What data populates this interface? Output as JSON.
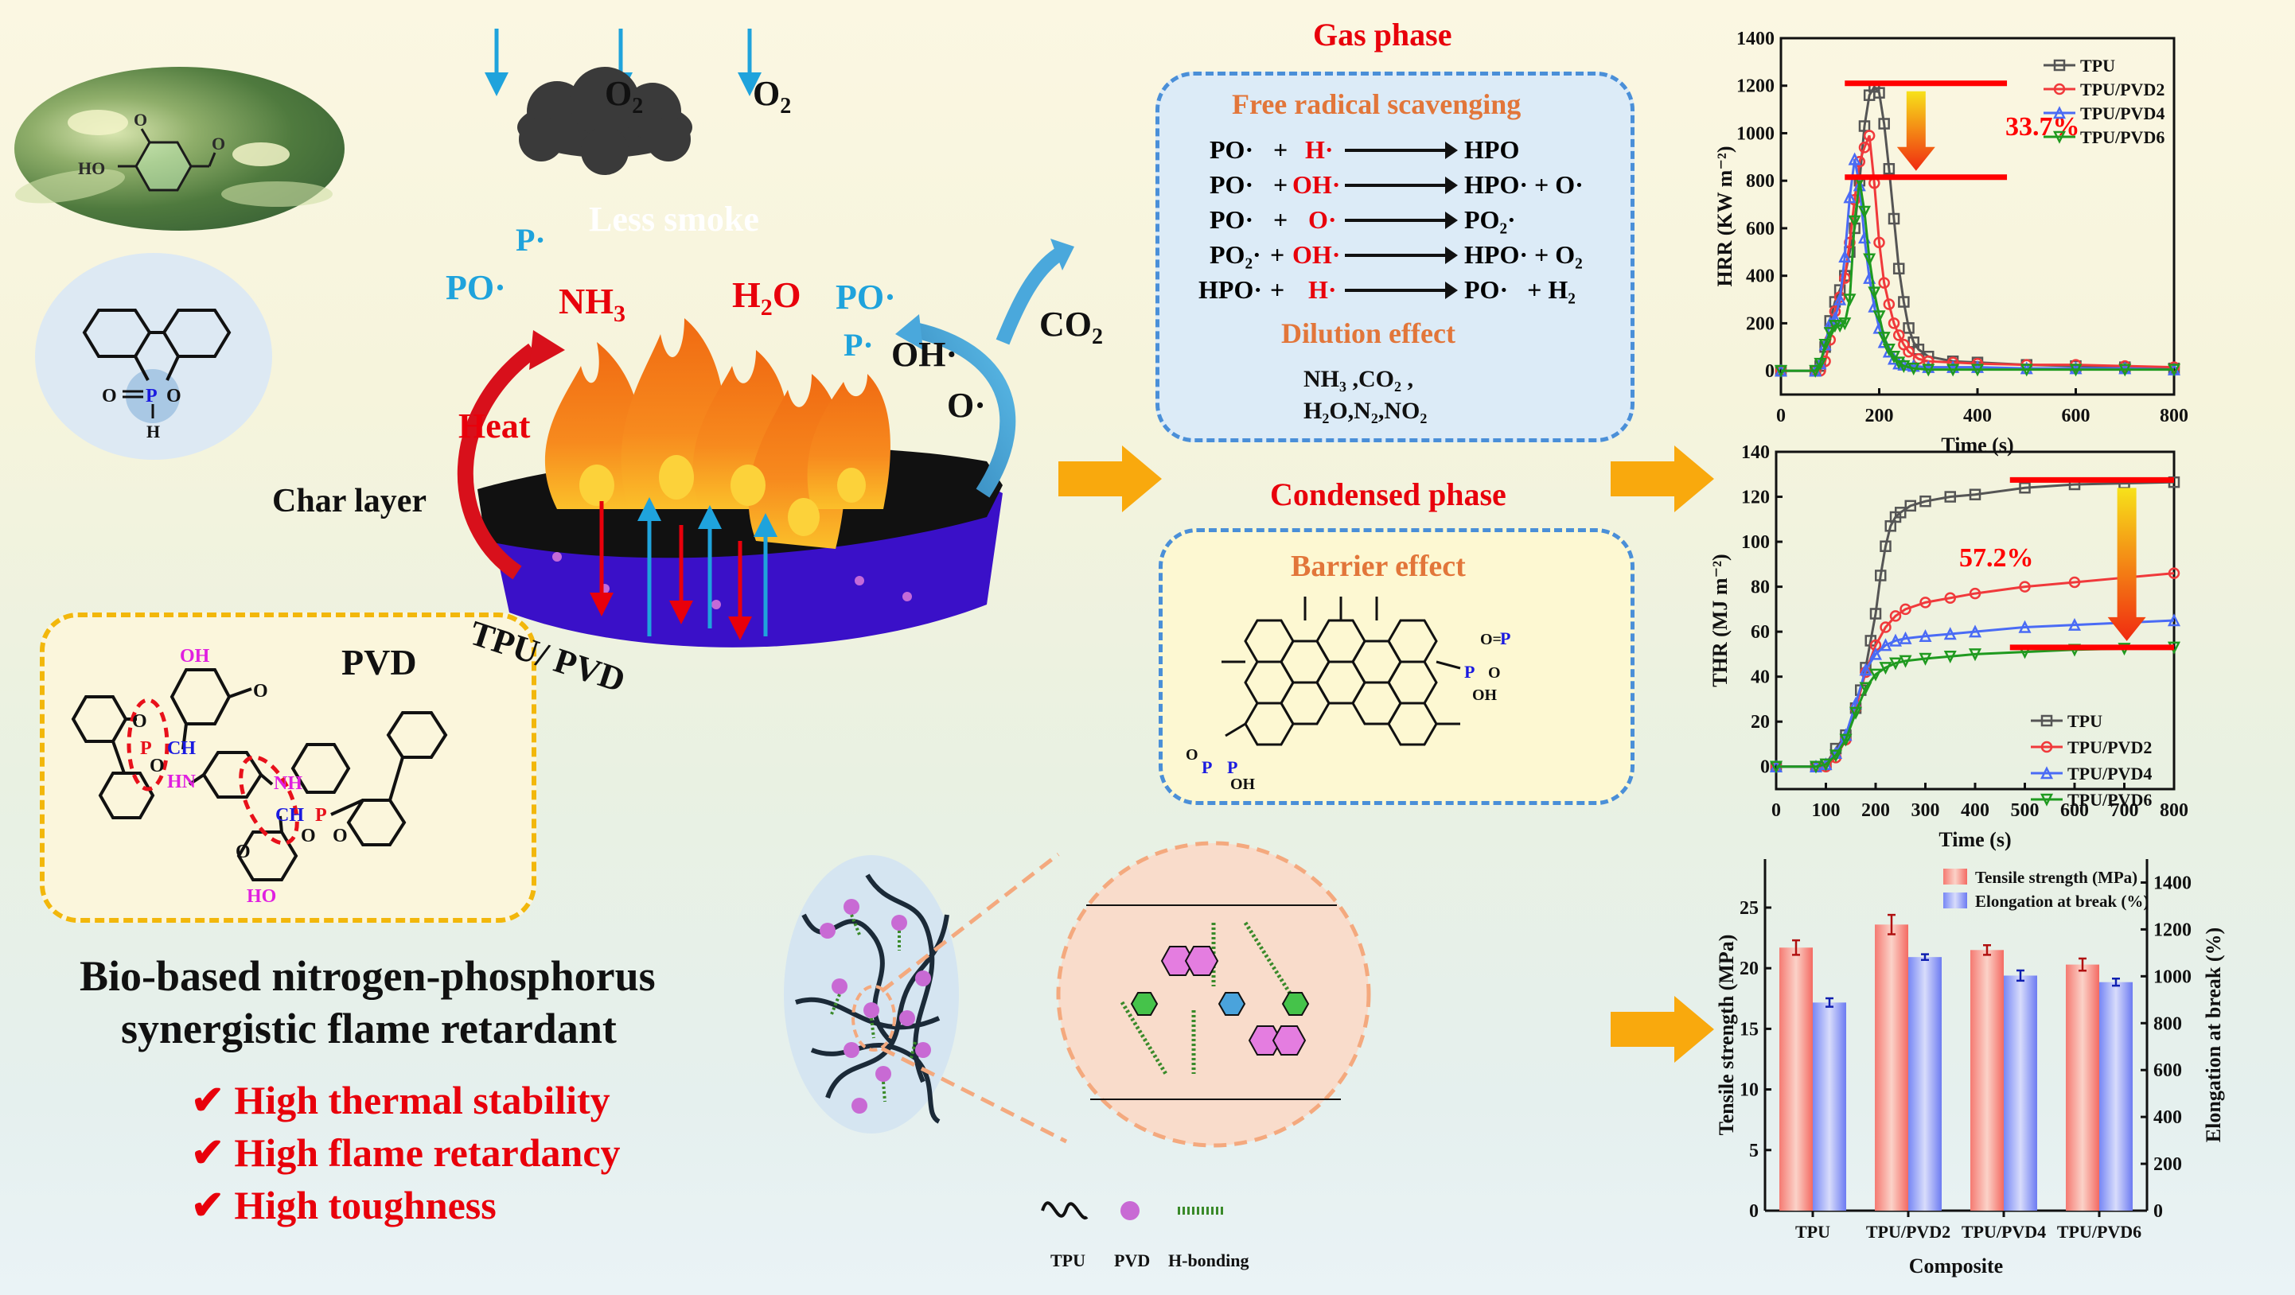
{
  "left": {
    "vanillin_labels": {
      "ho": "HO",
      "o1": "O",
      "o2": "O"
    },
    "dopo_labels": {
      "o_double": "O",
      "p": "P",
      "o_ring": "O",
      "h": "H"
    },
    "char_layer_label": "Char layer",
    "pvd_box": {
      "title": "PVD",
      "atoms": {
        "oh_top": "OH",
        "o_methoxy_top": "O",
        "o_ring_left": "O",
        "p_left": "P",
        "o_left": "O",
        "ch_left": "CH",
        "hn": "HN",
        "nh": "NH",
        "ch_right": "CH",
        "p_right": "P",
        "o_dbl_right": "O",
        "o_ring_right": "O",
        "o_methoxy_bottom": "O",
        "ho_bottom": "HO"
      }
    },
    "headline_lines": [
      "Bio-based nitrogen-phosphorus",
      "synergistic flame retardant"
    ],
    "features": [
      {
        "icon": "check-icon",
        "label": "High thermal stability"
      },
      {
        "icon": "check-icon",
        "label": "High flame retardancy"
      },
      {
        "icon": "check-icon",
        "label": "High toughness"
      }
    ]
  },
  "mechanism": {
    "o2_left": "O",
    "o2_right": "O",
    "o2_sub": "2",
    "smoke_label": "Less smoke",
    "radicals_left": {
      "p": "P·",
      "po": "PO·"
    },
    "nh3": {
      "base": "NH",
      "sub": "3"
    },
    "h2o": {
      "h": "H",
      "sub": "2",
      "o": "O"
    },
    "radicals_right": {
      "po": "PO·",
      "p": "P·"
    },
    "oh_radical": "OH·",
    "o_radical": "O·",
    "co2": {
      "base": "CO",
      "sub": "2"
    },
    "heat_label": "Heat",
    "substrate_label": "TPU/ PVD"
  },
  "gas_phase": {
    "title": "Gas phase",
    "scavenging_title": "Free radical scavenging",
    "reactions": [
      {
        "r1": "PO·",
        "plus": "+",
        "r2": "H·",
        "product": "HPO"
      },
      {
        "r1": "PO·",
        "plus": "+",
        "r2": "OH·",
        "product": "HPO· + O·"
      },
      {
        "r1": "PO·",
        "plus": "+",
        "r2": "O·",
        "product": "PO₂·"
      },
      {
        "r1": "PO₂·",
        "plus": "+",
        "r2": "OH·",
        "product": "HPO· + O₂"
      },
      {
        "r1": "HPO·",
        "plus": "+",
        "r2": "H·",
        "product": "PO·   + H₂"
      }
    ],
    "dilution_title": "Dilution effect",
    "dilution_lines": [
      "NH₃ ,CO₂ ,",
      "H₂O,N₂,NO₂"
    ]
  },
  "condensed_phase": {
    "title": "Condensed phase",
    "barrier_title": "Barrier effect",
    "atoms": {
      "p": "P",
      "o": "O",
      "oh": "OH"
    }
  },
  "network": {
    "legend": [
      {
        "icon": "tpu-chain-icon",
        "label": "TPU"
      },
      {
        "icon": "pvd-sphere-icon",
        "label": "PVD"
      },
      {
        "icon": "h-bond-icon",
        "label": "H-bonding"
      }
    ]
  },
  "colors": {
    "red": "#e8000b",
    "orange_text": "#e2763a",
    "cyan": "#1fa3dc",
    "arrow_orange": "#f9a90d",
    "gas_box": "#dcebf7",
    "cond_box": "#fdf8d2",
    "pvd_box_border": "#f2b70b",
    "series": [
      "#555555",
      "#f0393b",
      "#4a6bf5",
      "#1f9a1f"
    ]
  },
  "chart_data": [
    {
      "type": "line",
      "title": "",
      "xlabel": "Time (s)",
      "ylabel": "HRR (KW m⁻²)",
      "xlim": [
        0,
        800
      ],
      "ylim": [
        -100,
        1400
      ],
      "xticks": [
        0,
        200,
        400,
        600,
        800
      ],
      "yticks": [
        0,
        200,
        400,
        600,
        800,
        1000,
        1200,
        1400
      ],
      "legend_position": "top-right",
      "annotation": "33.7%",
      "reference_lines": [
        1210,
        815
      ],
      "series": [
        {
          "name": "TPU",
          "marker": "square",
          "x": [
            0,
            70,
            80,
            90,
            100,
            110,
            120,
            130,
            140,
            150,
            160,
            170,
            180,
            190,
            200,
            210,
            220,
            230,
            240,
            250,
            260,
            270,
            280,
            300,
            350,
            400,
            500,
            600,
            700,
            800
          ],
          "y": [
            0,
            0,
            20,
            100,
            210,
            290,
            340,
            400,
            500,
            600,
            800,
            1030,
            1160,
            1195,
            1170,
            1040,
            850,
            640,
            430,
            290,
            180,
            120,
            90,
            60,
            40,
            35,
            25,
            20,
            15,
            10
          ]
        },
        {
          "name": "TPU/PVD2",
          "marker": "circle",
          "x": [
            0,
            70,
            80,
            90,
            100,
            110,
            120,
            130,
            140,
            150,
            160,
            170,
            180,
            190,
            200,
            210,
            220,
            230,
            240,
            250,
            260,
            280,
            300,
            350,
            400,
            500,
            600,
            700,
            800
          ],
          "y": [
            0,
            0,
            0,
            40,
            130,
            250,
            310,
            390,
            540,
            720,
            880,
            940,
            990,
            790,
            540,
            370,
            280,
            200,
            150,
            110,
            80,
            50,
            40,
            35,
            30,
            25,
            25,
            20,
            15
          ]
        },
        {
          "name": "TPU/PVD4",
          "marker": "triangle-up",
          "x": [
            0,
            70,
            80,
            90,
            100,
            110,
            120,
            130,
            140,
            150,
            160,
            170,
            180,
            190,
            200,
            210,
            220,
            230,
            240,
            250,
            270,
            300,
            350,
            400,
            500,
            600,
            700,
            800
          ],
          "y": [
            0,
            0,
            30,
            110,
            200,
            220,
            300,
            480,
            730,
            890,
            780,
            560,
            390,
            270,
            180,
            120,
            80,
            50,
            30,
            25,
            20,
            15,
            15,
            15,
            10,
            10,
            10,
            5
          ]
        },
        {
          "name": "TPU/PVD6",
          "marker": "triangle-down",
          "x": [
            0,
            70,
            80,
            90,
            100,
            110,
            120,
            130,
            140,
            150,
            160,
            170,
            180,
            190,
            200,
            210,
            220,
            230,
            240,
            250,
            270,
            300,
            350,
            400,
            500,
            600,
            700,
            800
          ],
          "y": [
            0,
            0,
            30,
            110,
            160,
            190,
            190,
            200,
            300,
            630,
            800,
            670,
            470,
            330,
            230,
            140,
            90,
            60,
            35,
            20,
            10,
            5,
            5,
            5,
            5,
            5,
            5,
            5
          ]
        }
      ]
    },
    {
      "type": "line",
      "title": "",
      "xlabel": "Time (s)",
      "ylabel": "THR (MJ m⁻²)",
      "xlim": [
        0,
        800
      ],
      "ylim": [
        -10,
        140
      ],
      "xticks": [
        0,
        100,
        200,
        300,
        400,
        500,
        600,
        700,
        800
      ],
      "yticks": [
        0,
        20,
        40,
        60,
        80,
        100,
        120,
        140
      ],
      "legend_position": "bottom-right",
      "annotation": "57.2%",
      "reference_lines": [
        127.5,
        53
      ],
      "series": [
        {
          "name": "TPU",
          "marker": "square",
          "x": [
            0,
            80,
            100,
            120,
            140,
            160,
            170,
            180,
            190,
            200,
            210,
            220,
            230,
            240,
            250,
            270,
            300,
            350,
            400,
            500,
            600,
            700,
            800
          ],
          "y": [
            0,
            0,
            1,
            8,
            14,
            26,
            34,
            44,
            56,
            68,
            85,
            98,
            107,
            111,
            113,
            116,
            118,
            120,
            121,
            124,
            125.5,
            126,
            126.5
          ]
        },
        {
          "name": "TPU/PVD2",
          "marker": "circle",
          "x": [
            0,
            80,
            100,
            120,
            140,
            160,
            180,
            200,
            220,
            240,
            260,
            300,
            350,
            400,
            500,
            600,
            700,
            800
          ],
          "y": [
            0,
            0,
            0,
            4,
            12,
            26,
            42,
            54,
            62,
            67,
            70,
            73,
            75,
            77,
            80,
            82,
            84,
            86
          ]
        },
        {
          "name": "TPU/PVD4",
          "marker": "triangle-up",
          "x": [
            0,
            80,
            100,
            120,
            140,
            160,
            180,
            200,
            220,
            240,
            260,
            300,
            350,
            400,
            500,
            600,
            700,
            800
          ],
          "y": [
            0,
            0,
            1,
            6,
            14,
            28,
            43,
            50,
            54,
            56,
            57,
            58,
            59,
            60,
            62,
            63,
            64,
            65
          ]
        },
        {
          "name": "TPU/PVD6",
          "marker": "triangle-down",
          "x": [
            0,
            80,
            100,
            120,
            140,
            160,
            180,
            200,
            220,
            240,
            260,
            300,
            350,
            400,
            500,
            600,
            700,
            800
          ],
          "y": [
            0,
            0,
            1,
            5,
            12,
            24,
            35,
            41,
            44,
            46,
            47,
            48,
            49,
            50,
            51,
            52,
            52.5,
            53
          ]
        }
      ]
    },
    {
      "type": "bar",
      "title": "",
      "xlabel": "Composite",
      "ylabel": "Tensile strength (MPa)",
      "y2label": "Elongation at break (%)",
      "ylim": [
        0,
        29
      ],
      "y2lim": [
        0,
        1500
      ],
      "yticks": [
        0,
        5,
        10,
        15,
        20,
        25
      ],
      "y2ticks": [
        0,
        200,
        400,
        600,
        800,
        1000,
        1200,
        1400
      ],
      "legend_position": "top-right",
      "categories": [
        "TPU",
        "TPU/PVD2",
        "TPU/PVD4",
        "TPU/PVD6"
      ],
      "series": [
        {
          "name": "Tensile strength (MPa)",
          "axis": "left",
          "values": [
            21.7,
            23.6,
            21.5,
            20.3
          ],
          "errors": [
            0.6,
            0.8,
            0.4,
            0.5
          ]
        },
        {
          "name": "Elongation at break (%)",
          "axis": "right",
          "values": [
            888,
            1082,
            1003,
            975
          ],
          "errors": [
            18,
            12,
            22,
            15
          ]
        }
      ]
    }
  ]
}
